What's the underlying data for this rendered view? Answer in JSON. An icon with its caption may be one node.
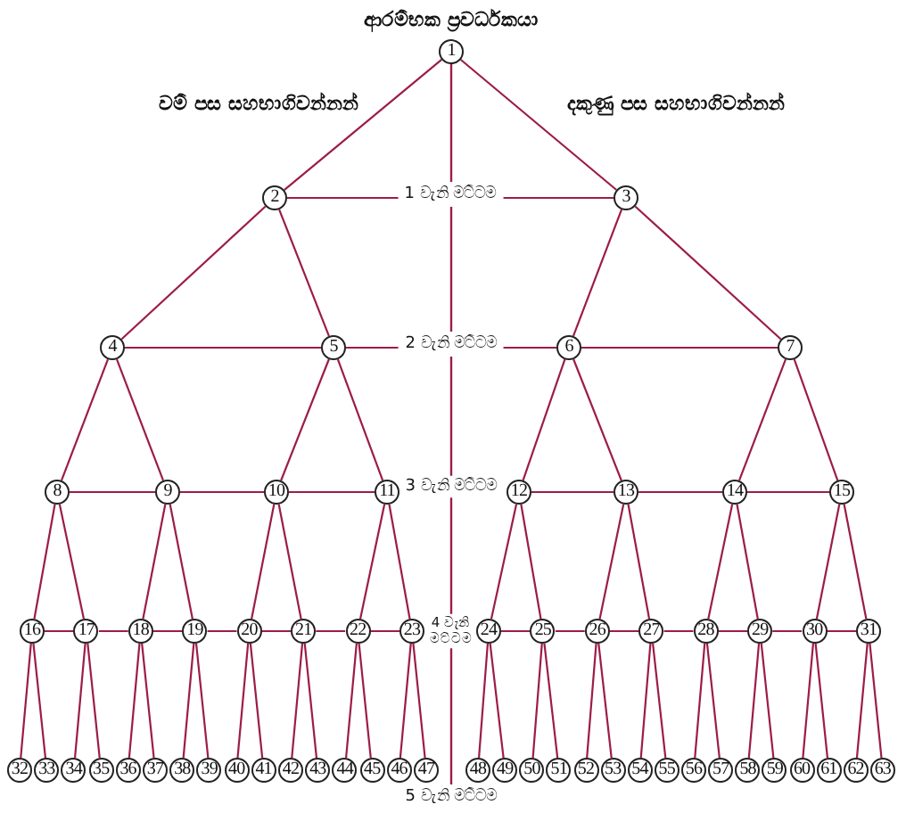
{
  "diagram": {
    "nodes": [
      {
        "text": [
          "1"
        ],
        "beside": [
          "ආරම්භක ප්‍රවර්ධකයා"
        ]
      },
      {
        "text": [
          "2"
        ]
      },
      {
        "text": [
          "3"
        ]
      },
      {
        "text": [
          "4"
        ]
      },
      {
        "text": [
          "5"
        ]
      },
      {
        "text": [
          "6"
        ]
      },
      {
        "text": [
          "7"
        ]
      },
      {
        "text": [
          "8"
        ]
      },
      {
        "text": [
          "9"
        ]
      },
      {
        "text": [
          "10"
        ]
      },
      {
        "text": [
          "11"
        ]
      },
      {
        "text": [
          "12"
        ]
      },
      {
        "text": [
          "13"
        ]
      },
      {
        "text": [
          "14"
        ]
      },
      {
        "text": [
          "15"
        ]
      },
      {
        "text": [
          "16"
        ]
      },
      {
        "text": [
          "17"
        ]
      },
      {
        "text": [
          "18"
        ]
      },
      {
        "text": [
          "19"
        ]
      },
      {
        "text": [
          "20"
        ]
      },
      {
        "text": [
          "21"
        ]
      },
      {
        "text": [
          "22"
        ]
      },
      {
        "text": [
          "23"
        ]
      },
      {
        "text": [
          "24"
        ]
      },
      {
        "text": [
          "25"
        ]
      },
      {
        "text": [
          "26"
        ]
      },
      {
        "text": [
          "27"
        ]
      },
      {
        "text": [
          "28"
        ]
      },
      {
        "text": [
          "29"
        ]
      },
      {
        "text": [
          "30"
        ]
      },
      {
        "text": [
          "31"
        ]
      },
      {
        "text": [
          "32"
        ]
      },
      {
        "text": [
          "33"
        ]
      },
      {
        "text": [
          "34"
        ]
      },
      {
        "text": [
          "35"
        ]
      },
      {
        "text": [
          "36"
        ]
      },
      {
        "text": [
          "37"
        ]
      },
      {
        "text": [
          "38"
        ]
      },
      {
        "text": [
          "39"
        ]
      },
      {
        "text": [
          "40"
        ]
      },
      {
        "text": [
          "41"
        ]
      },
      {
        "text": [
          "42"
        ]
      },
      {
        "text": [
          "43"
        ]
      },
      {
        "text": [
          "44"
        ]
      },
      {
        "text": [
          "45"
        ]
      },
      {
        "text": [
          "46"
        ]
      },
      {
        "text": [
          "47"
        ]
      },
      {
        "text": [
          "48"
        ]
      },
      {
        "text": [
          "49"
        ]
      },
      {
        "text": [
          "50"
        ]
      },
      {
        "text": [
          "51"
        ]
      },
      {
        "text": [
          "52"
        ]
      },
      {
        "text": [
          "53"
        ]
      },
      {
        "text": [
          "54"
        ]
      },
      {
        "text": [
          "55"
        ]
      },
      {
        "text": [
          "56"
        ]
      },
      {
        "text": [
          "57"
        ]
      },
      {
        "text": [
          "58"
        ]
      },
      {
        "text": [
          "59"
        ]
      },
      {
        "text": [
          "60"
        ]
      },
      {
        "text": [
          "61"
        ]
      },
      {
        "text": [
          "62"
        ]
      },
      {
        "text": [
          "63"
        ]
      }
    ],
    "edges": [
      {
        "from": 0,
        "to": 1,
        "arrow": "none"
      },
      {
        "from": 0,
        "to": 2,
        "arrow": "none"
      },
      {
        "from": 1,
        "to": 3,
        "arrow": "none"
      },
      {
        "from": 1,
        "to": 4,
        "arrow": "none"
      },
      {
        "from": 2,
        "to": 5,
        "arrow": "none"
      },
      {
        "from": 2,
        "to": 6,
        "arrow": "none"
      },
      {
        "from": 3,
        "to": 7,
        "arrow": "none"
      },
      {
        "from": 3,
        "to": 8,
        "arrow": "none"
      },
      {
        "from": 4,
        "to": 9,
        "arrow": "none"
      },
      {
        "from": 4,
        "to": 10,
        "arrow": "none"
      },
      {
        "from": 5,
        "to": 11,
        "arrow": "none"
      },
      {
        "from": 5,
        "to": 12,
        "arrow": "none"
      },
      {
        "from": 6,
        "to": 13,
        "arrow": "none"
      },
      {
        "from": 6,
        "to": 14,
        "arrow": "none"
      },
      {
        "from": 7,
        "to": 15,
        "arrow": "none"
      },
      {
        "from": 7,
        "to": 16,
        "arrow": "none"
      },
      {
        "from": 8,
        "to": 17,
        "arrow": "none"
      },
      {
        "from": 8,
        "to": 18,
        "arrow": "none"
      },
      {
        "from": 9,
        "to": 19,
        "arrow": "none"
      },
      {
        "from": 9,
        "to": 20,
        "arrow": "none"
      },
      {
        "from": 10,
        "to": 21,
        "arrow": "none"
      },
      {
        "from": 10,
        "to": 22,
        "arrow": "none"
      },
      {
        "from": 11,
        "to": 23,
        "arrow": "none"
      },
      {
        "from": 11,
        "to": 24,
        "arrow": "none"
      },
      {
        "from": 12,
        "to": 25,
        "arrow": "none"
      },
      {
        "from": 12,
        "to": 26,
        "arrow": "none"
      },
      {
        "from": 13,
        "to": 27,
        "arrow": "none"
      },
      {
        "from": 13,
        "to": 28,
        "arrow": "none"
      },
      {
        "from": 14,
        "to": 29,
        "arrow": "none"
      },
      {
        "from": 14,
        "to": 30,
        "arrow": "none"
      },
      {
        "from": 15,
        "to": 31,
        "arrow": "none"
      },
      {
        "from": 15,
        "to": 32,
        "arrow": "none"
      },
      {
        "from": 16,
        "to": 33,
        "arrow": "none"
      },
      {
        "from": 16,
        "to": 34,
        "arrow": "none"
      },
      {
        "from": 17,
        "to": 35,
        "arrow": "none"
      },
      {
        "from": 17,
        "to": 36,
        "arrow": "none"
      },
      {
        "from": 18,
        "to": 37,
        "arrow": "none"
      },
      {
        "from": 18,
        "to": 38,
        "arrow": "none"
      },
      {
        "from": 19,
        "to": 39,
        "arrow": "none"
      },
      {
        "from": 19,
        "to": 40,
        "arrow": "none"
      },
      {
        "from": 20,
        "to": 41,
        "arrow": "none"
      },
      {
        "from": 20,
        "to": 42,
        "arrow": "none"
      },
      {
        "from": 21,
        "to": 43,
        "arrow": "none"
      },
      {
        "from": 21,
        "to": 44,
        "arrow": "none"
      },
      {
        "from": 22,
        "to": 45,
        "arrow": "none"
      },
      {
        "from": 22,
        "to": 46,
        "arrow": "none"
      },
      {
        "from": 23,
        "to": 47,
        "arrow": "none"
      },
      {
        "from": 23,
        "to": 48,
        "arrow": "none"
      },
      {
        "from": 24,
        "to": 49,
        "arrow": "none"
      },
      {
        "from": 24,
        "to": 50,
        "arrow": "none"
      },
      {
        "from": 25,
        "to": 51,
        "arrow": "none"
      },
      {
        "from": 25,
        "to": 52,
        "arrow": "none"
      },
      {
        "from": 26,
        "to": 53,
        "arrow": "none"
      },
      {
        "from": 26,
        "to": 54,
        "arrow": "none"
      },
      {
        "from": 27,
        "to": 55,
        "arrow": "none"
      },
      {
        "from": 27,
        "to": 56,
        "arrow": "none"
      },
      {
        "from": 28,
        "to": 57,
        "arrow": "none"
      },
      {
        "from": 28,
        "to": 58,
        "arrow": "none"
      },
      {
        "from": 29,
        "to": 59,
        "arrow": "none"
      },
      {
        "from": 29,
        "to": 60,
        "arrow": "none"
      },
      {
        "from": 30,
        "to": 61,
        "arrow": "none"
      },
      {
        "from": 30,
        "to": 62,
        "arrow": "none"
      },
      {
        "from": 1,
        "to": 2,
        "arrow": "none",
        "label": "1 වැනි මට්ටම"
      },
      {
        "from": 3,
        "to": 4,
        "arrow": "none"
      },
      {
        "from": 4,
        "to": 5,
        "arrow": "none",
        "label": "2 වැනි මට්ටම"
      },
      {
        "from": 5,
        "to": 6,
        "arrow": "none"
      },
      {
        "from": 7,
        "to": 8,
        "arrow": "none"
      },
      {
        "from": 8,
        "to": 9,
        "arrow": "none"
      },
      {
        "from": 9,
        "to": 10,
        "arrow": "none"
      },
      {
        "from": 11,
        "to": 12,
        "arrow": "none"
      },
      {
        "from": 12,
        "to": 13,
        "arrow": "none"
      },
      {
        "from": 13,
        "to": 14,
        "arrow": "none"
      },
      {
        "from": 15,
        "to": 16,
        "arrow": "none"
      },
      {
        "from": 16,
        "to": 17,
        "arrow": "none"
      },
      {
        "from": 17,
        "to": 18,
        "arrow": "none"
      },
      {
        "from": 18,
        "to": 19,
        "arrow": "none"
      },
      {
        "from": 19,
        "to": 20,
        "arrow": "none"
      },
      {
        "from": 20,
        "to": 21,
        "arrow": "none"
      },
      {
        "from": 21,
        "to": 22,
        "arrow": "none"
      },
      {
        "from": 23,
        "to": 24,
        "arrow": "none"
      },
      {
        "from": 24,
        "to": 25,
        "arrow": "none"
      },
      {
        "from": 25,
        "to": 26,
        "arrow": "none"
      },
      {
        "from": 26,
        "to": 27,
        "arrow": "none"
      },
      {
        "from": 27,
        "to": 28,
        "arrow": "none"
      },
      {
        "from": 28,
        "to": 29,
        "arrow": "none"
      },
      {
        "from": 29,
        "to": 30,
        "arrow": "none"
      }
    ],
    "labels": [
      "වම් පස සහභාගිවන්නන්",
      "දකුණු පස සහභාගිවන්නන්",
      "3 වැනි මට්ටම",
      "4 වැනි මට්ටම",
      "5 වැනි මට්ටම"
    ]
  }
}
